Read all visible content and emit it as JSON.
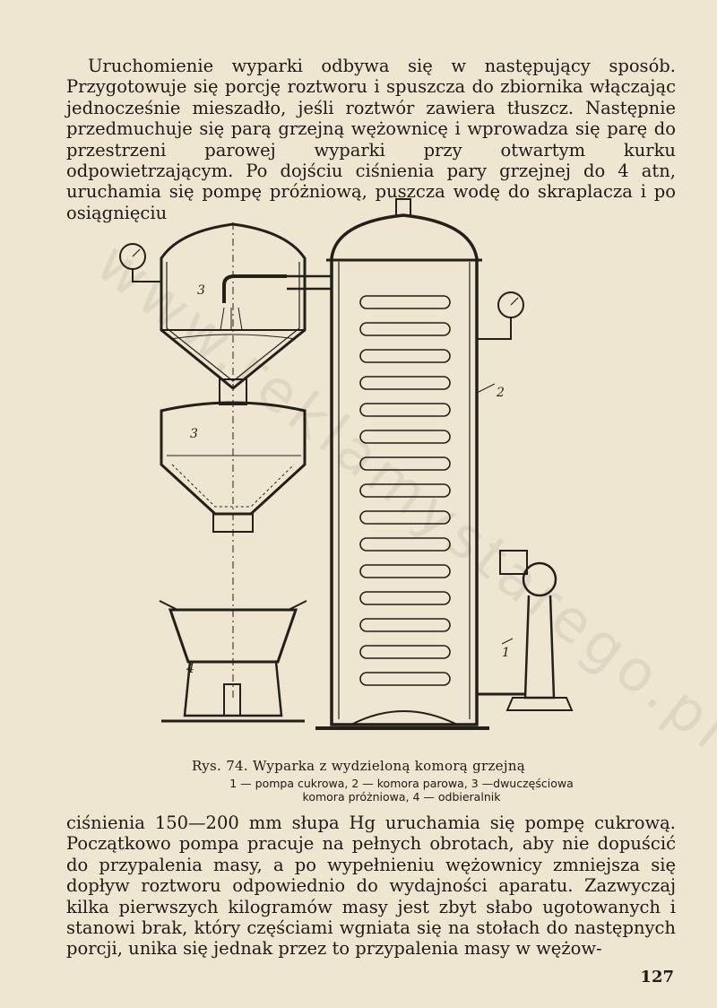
{
  "paragraph1": "Uruchomienie wyparki odbywa się w następujący sposób. Przygotowuje się porcję roztworu i spuszcza do zbiornika włączając jednocześnie mieszadło, jeśli roztwór zawiera tłuszcz. Następnie przedmuchuje się parą grzejną wężownicę i wprowadza się parę do przestrzeni parowej wyparki przy otwartym kurku odpowietrzającym. Po dojściu ciśnienia pary grzejnej do 4 atn, uruchamia się pompę próżniową, puszcza wodę do skraplacza i po osiągnięciu",
  "figure": {
    "labels": {
      "l1": "1",
      "l2": "2",
      "l3a": "3",
      "l3b": "3",
      "l4": "4"
    }
  },
  "caption": {
    "title": "Rys. 74. Wyparka z wydzieloną komorą grzejną",
    "legend": "1 — pompa cukrowa, 2 — komora parowa, 3 —dwuczęściowa komora próżniowa, 4 — odbieralnik"
  },
  "paragraph2": "ciśnienia 150—200 mm słupa Hg uruchamia się pompę cukrową. Początkowo pompa pracuje na pełnych obrotach, aby nie dopuścić do przypalenia masy, a po wypełnieniu wężownicy zmniejsza się dopływ roztworu odpowiednio do wydajności aparatu. Zazwyczaj kilka pierwszych kilogramów masy jest zbyt słabo ugotowanych i stanowi brak, który częściami wgniata się na stołach do następnych porcji, unika się jednak przez to przypalenia masy w wężow-",
  "page_number": "127",
  "watermark": "www.reklamystarego.pl"
}
